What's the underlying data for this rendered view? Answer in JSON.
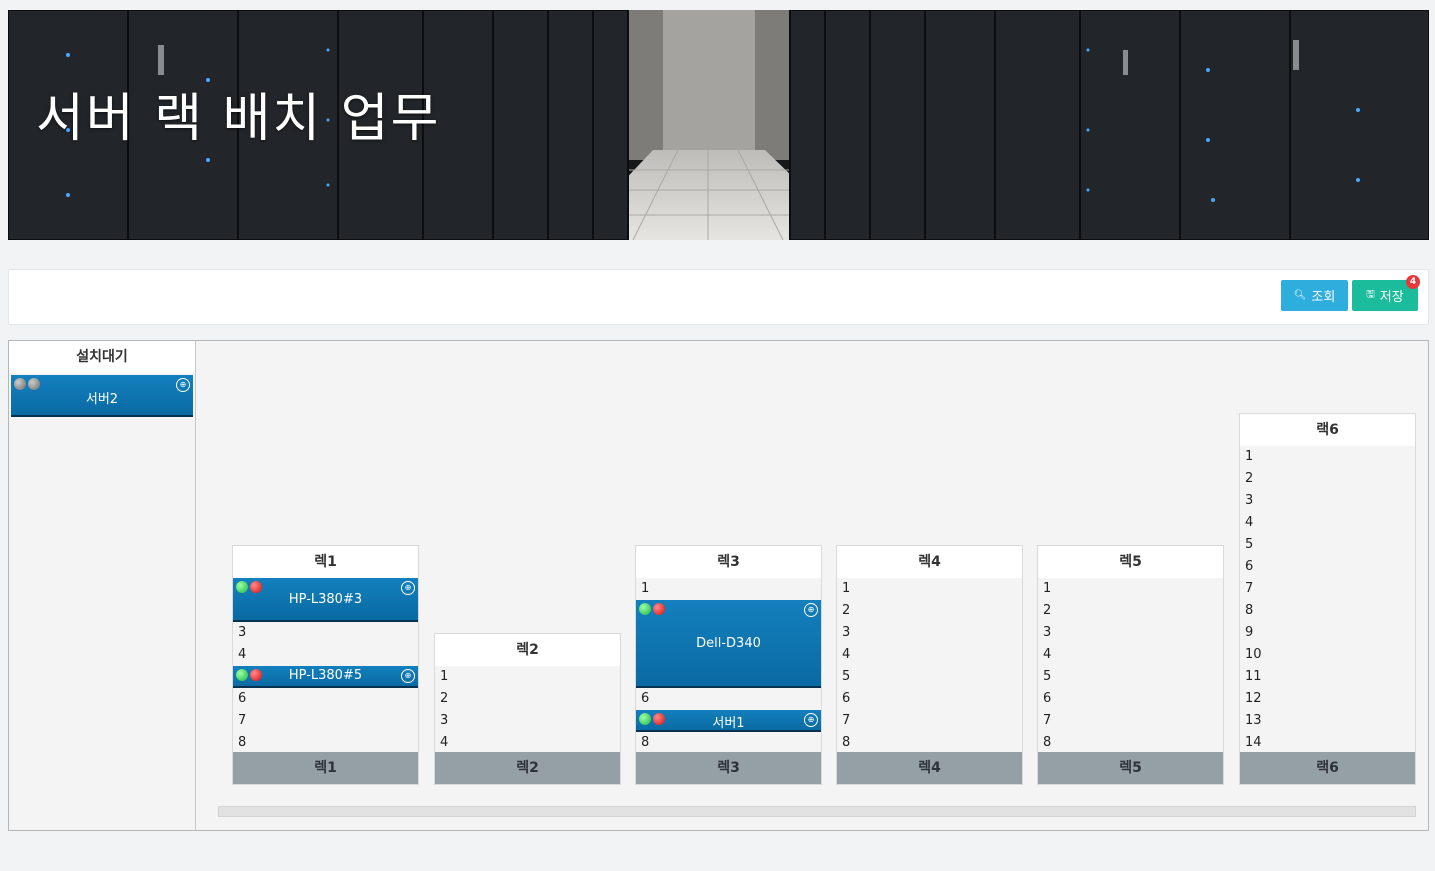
{
  "banner": {
    "title": "서버 랙 배치 업무"
  },
  "toolbar": {
    "search_label": "조회",
    "save_label": "저장",
    "save_badge": "4"
  },
  "waiting": {
    "header": "설치대기",
    "servers": [
      {
        "name": "서버2"
      }
    ]
  },
  "racks": [
    {
      "title": "렉1",
      "footer": "렉1",
      "slots": [
        3,
        4,
        6,
        7,
        8
      ],
      "servers": [
        {
          "name": "HP-L380#3"
        },
        {
          "name": "HP-L380#5"
        }
      ]
    },
    {
      "title": "렉2",
      "footer": "렉2",
      "slots": [
        1,
        2,
        3,
        4
      ],
      "servers": []
    },
    {
      "title": "렉3",
      "footer": "렉3",
      "slots": [
        1,
        6,
        8
      ],
      "servers": [
        {
          "name": "Dell-D340"
        },
        {
          "name": "서버1"
        }
      ]
    },
    {
      "title": "렉4",
      "footer": "렉4",
      "slots": [
        1,
        2,
        3,
        4,
        5,
        6,
        7,
        8
      ],
      "servers": []
    },
    {
      "title": "렉5",
      "footer": "렉5",
      "slots": [
        1,
        2,
        3,
        4,
        5,
        6,
        7,
        8
      ],
      "servers": []
    },
    {
      "title": "랙6",
      "footer": "랙6",
      "slots": [
        1,
        2,
        3,
        4,
        5,
        6,
        7,
        8,
        9,
        10,
        11,
        12,
        13,
        14
      ],
      "servers": []
    }
  ],
  "colors": {
    "server_blue": "#0a6ea8",
    "search_button": "#2eaedc",
    "save_button": "#1abc9c",
    "rack_footer": "#959fa6"
  }
}
